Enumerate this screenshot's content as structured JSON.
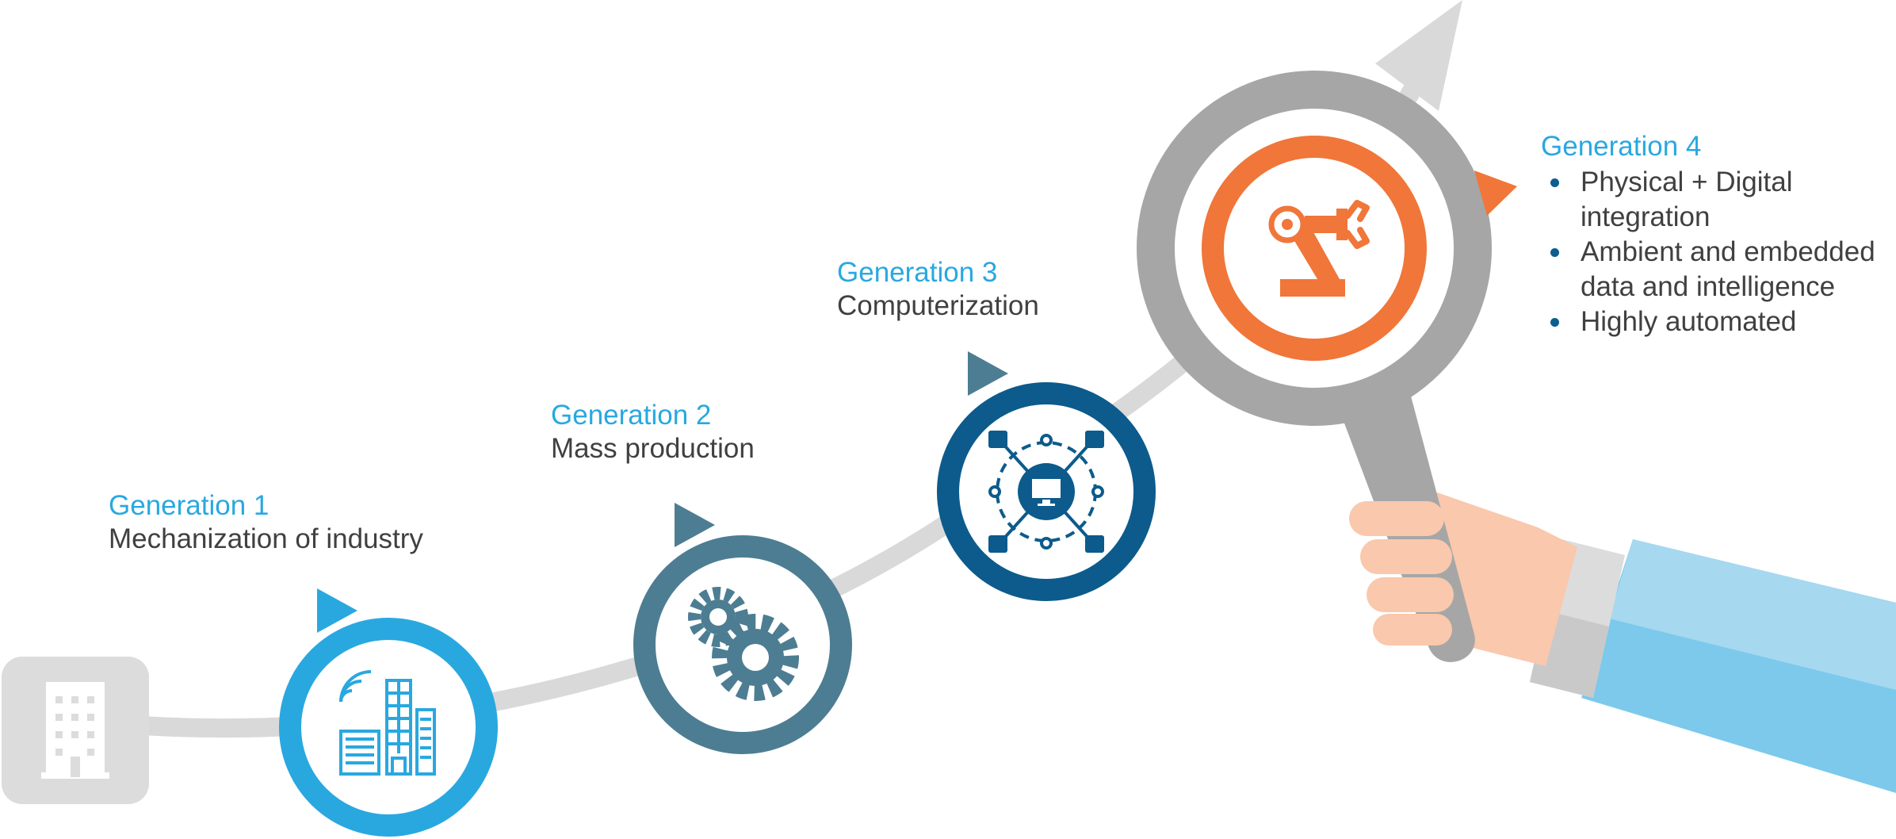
{
  "colors": {
    "gen1": "#29a8e0",
    "gen2": "#4d7d92",
    "gen3": "#0c5b8c",
    "gen4": "#f0763a",
    "path": "#d9d9d9",
    "magnifier": "#a6a6a6",
    "skin": "#f9c8ad",
    "sleeve": "#7cc9ec",
    "text": "#404040",
    "bullet": "#0d5d8f"
  },
  "building_icon": "office-building-icon",
  "generations": [
    {
      "title": "Generation 1",
      "description": "Mechanization of industry",
      "icon": "smart-city-icon"
    },
    {
      "title": "Generation 2",
      "description": "Mass production",
      "icon": "gears-icon"
    },
    {
      "title": "Generation 3",
      "description": "Computerization",
      "icon": "network-computer-icon"
    },
    {
      "title": "Generation 4",
      "icon": "robot-arm-icon",
      "bullets": [
        "Physical + Digital",
        "integration",
        "Ambient and embedded",
        "data and intelligence",
        "Highly automated"
      ]
    }
  ]
}
